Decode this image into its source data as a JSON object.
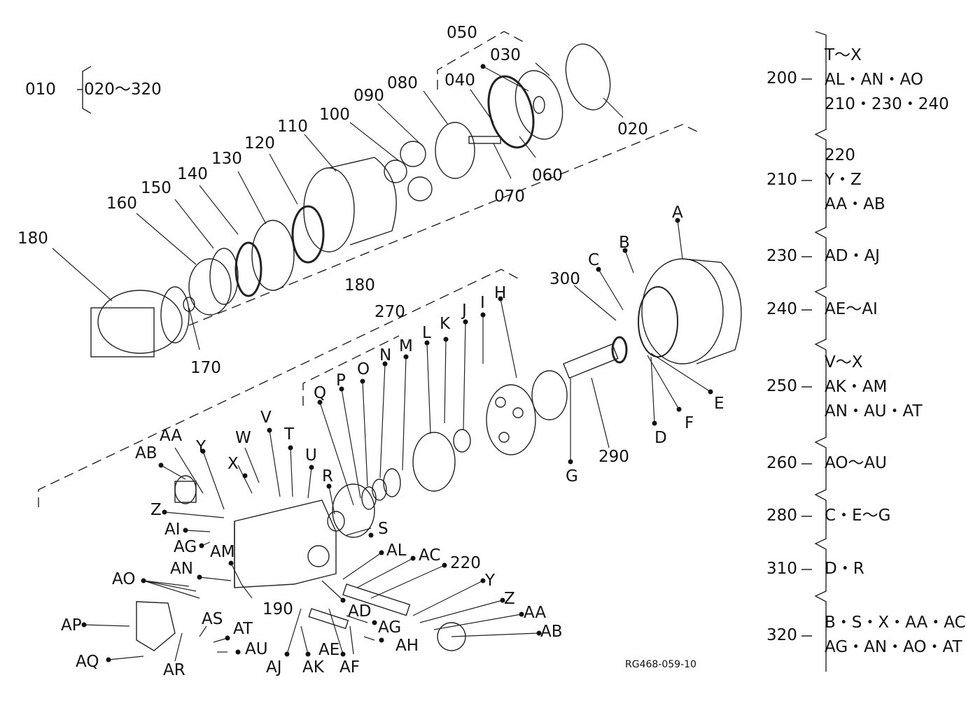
{
  "top_group": {
    "code": "010",
    "range": "020～320"
  },
  "diagram_code": "RG468-059-10",
  "upper_labels": [
    "050",
    "030",
    "040",
    "080",
    "090",
    "100",
    "110",
    "120",
    "130",
    "140",
    "150",
    "160",
    "180",
    "020",
    "060",
    "070",
    "170",
    "180"
  ],
  "lower_labels": [
    "270",
    "Q",
    "P",
    "O",
    "N",
    "M",
    "L",
    "K",
    "J",
    "I",
    "H",
    "300",
    "C",
    "B",
    "A",
    "E",
    "F",
    "D",
    "290",
    "G",
    "R",
    "S",
    "AA",
    "AB",
    "Y",
    "W",
    "X",
    "V",
    "T",
    "U",
    "Z",
    "AI",
    "AG",
    "AM",
    "AN",
    "AO",
    "AL",
    "AC",
    "220",
    "Y",
    "Z",
    "AA",
    "AB",
    "190",
    "AD",
    "AG",
    "AH",
    "AS",
    "AT",
    "AU",
    "AP",
    "AQ",
    "AR",
    "AJ",
    "AK",
    "AE",
    "AF"
  ],
  "groups": [
    {
      "code": "200",
      "lines": [
        "T～X",
        "AL・AN・AO",
        "210・230・240"
      ]
    },
    {
      "code": "210",
      "lines": [
        "220",
        "Y・Z",
        "AA・AB"
      ]
    },
    {
      "code": "230",
      "lines": [
        "AD・AJ"
      ]
    },
    {
      "code": "240",
      "lines": [
        "AE～AI"
      ]
    },
    {
      "code": "250",
      "lines": [
        "V～X",
        "AK・AM",
        "AN・AU・AT"
      ]
    },
    {
      "code": "260",
      "lines": [
        "AO～AU"
      ]
    },
    {
      "code": "280",
      "lines": [
        "C・E～G"
      ]
    },
    {
      "code": "310",
      "lines": [
        "D・R"
      ]
    },
    {
      "code": "320",
      "lines": [
        "B・S・X・AA・AC",
        "AG・AN・AO・AT"
      ]
    }
  ]
}
